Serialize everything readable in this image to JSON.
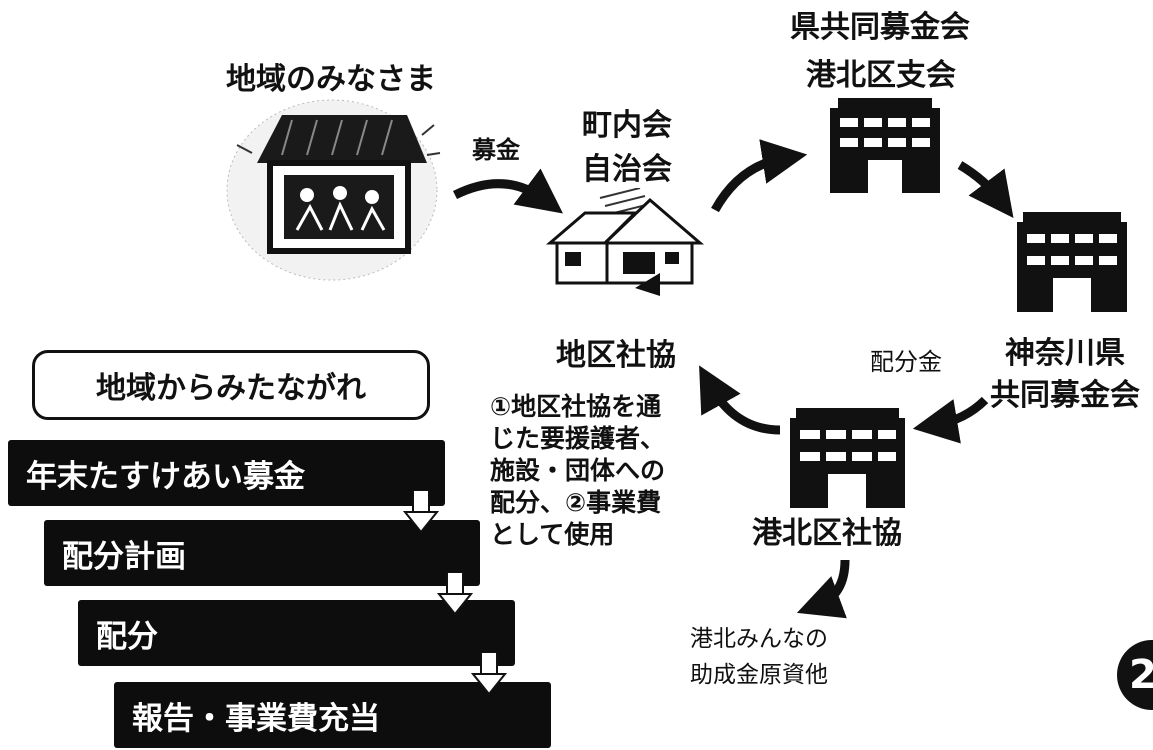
{
  "labels": {
    "residents": "地域のみなさま",
    "fundraising": "募金",
    "town_assoc_1": "町内会",
    "town_assoc_2": "自治会",
    "pref_branch_1": "県共同募金会",
    "pref_branch_2": "港北区支会",
    "kanagawa_1": "神奈川県",
    "kanagawa_2": "共同募金会",
    "allocation": "配分金",
    "district_council": "地区社協",
    "kohoku_council": "港北区社協",
    "usage_lines": [
      "①地区社協を通",
      "じた要援護者、",
      "施設・団体への",
      "配分、②事業費",
      "として使用"
    ],
    "grant_lines": [
      "港北みんなの",
      "助成金原資他"
    ]
  },
  "flow": {
    "title": "地域からみたながれ",
    "steps": [
      "年末たすけあい募金",
      "配分計画",
      "配分",
      "報告・事業費充当"
    ]
  },
  "page_number": "2"
}
